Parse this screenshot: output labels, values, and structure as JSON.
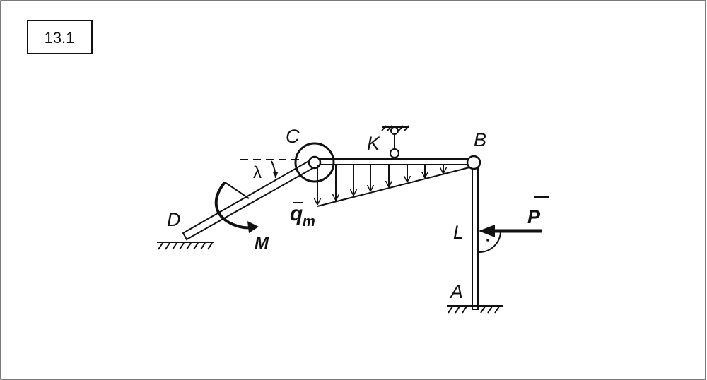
{
  "problem_number": "13.1",
  "labels": {
    "C": "C",
    "K": "K",
    "B": "B",
    "D": "D",
    "L": "L",
    "A": "A",
    "lambda": "λ",
    "M": "M",
    "P": "P",
    "q": "q",
    "q_sub": "m"
  },
  "colors": {
    "ink": "#111111",
    "background": "#ffffff"
  }
}
